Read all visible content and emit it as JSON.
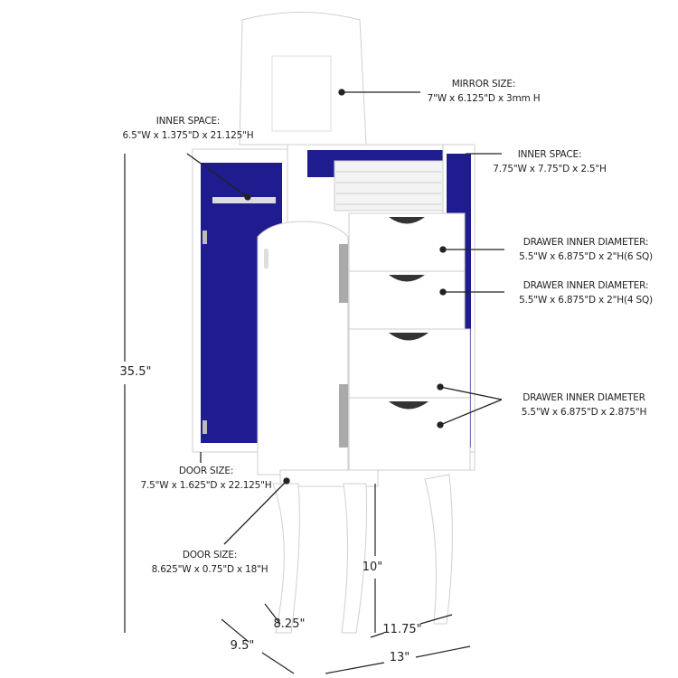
{
  "colors": {
    "cabinet": "#ffffff",
    "lining": "#1f1c8f",
    "outline": "#cfcfcf",
    "text": "#222222"
  },
  "callouts": {
    "mirror": {
      "title": "MIRROR SIZE:",
      "size": "7\"W x 6.125\"D x 3mm H"
    },
    "inner_left": {
      "title": "INNER SPACE:",
      "size": "6.5\"W x 1.375\"D x 21.125\"H"
    },
    "inner_top": {
      "title": "INNER SPACE:",
      "size": "7.75\"W x 7.75\"D x 2.5\"H"
    },
    "drawer_1": {
      "title": "DRAWER INNER DIAMETER:",
      "size": "5.5\"W x 6.875\"D x 2\"H(6 SQ)"
    },
    "drawer_2": {
      "title": "DRAWER INNER DIAMETER:",
      "size": "5.5\"W x 6.875\"D x 2\"H(4 SQ)"
    },
    "drawer_3": {
      "title": "DRAWER INNER DIAMETER",
      "size": "5.5\"W x 6.875\"D x 2.875\"H"
    },
    "door_side": {
      "title": "DOOR SIZE:",
      "size": "7.5\"W x 1.625\"D x 22.125\"H"
    },
    "door_front": {
      "title": "DOOR SIZE:",
      "size": "8.625\"W x 0.75\"D x 18\"H"
    }
  },
  "dimensions": {
    "height": "35.5\"",
    "leg_height": "10\"",
    "depth_inner": "8.25\"",
    "depth_outer": "9.5\"",
    "width_inner": "11.75\"",
    "width_outer": "13\""
  }
}
